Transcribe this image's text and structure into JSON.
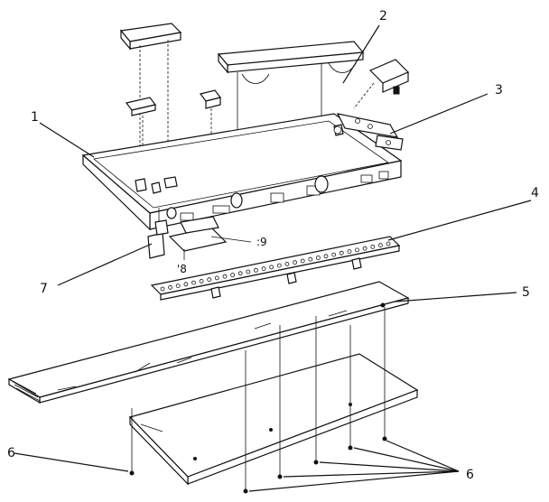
{
  "callouts": {
    "c1": "1",
    "c2": "2",
    "c3": "3",
    "c4": "4",
    "c5": "5",
    "c6a": "6",
    "c6b": "6",
    "c7": "7",
    "c8": "'8",
    "c9": ":9"
  }
}
